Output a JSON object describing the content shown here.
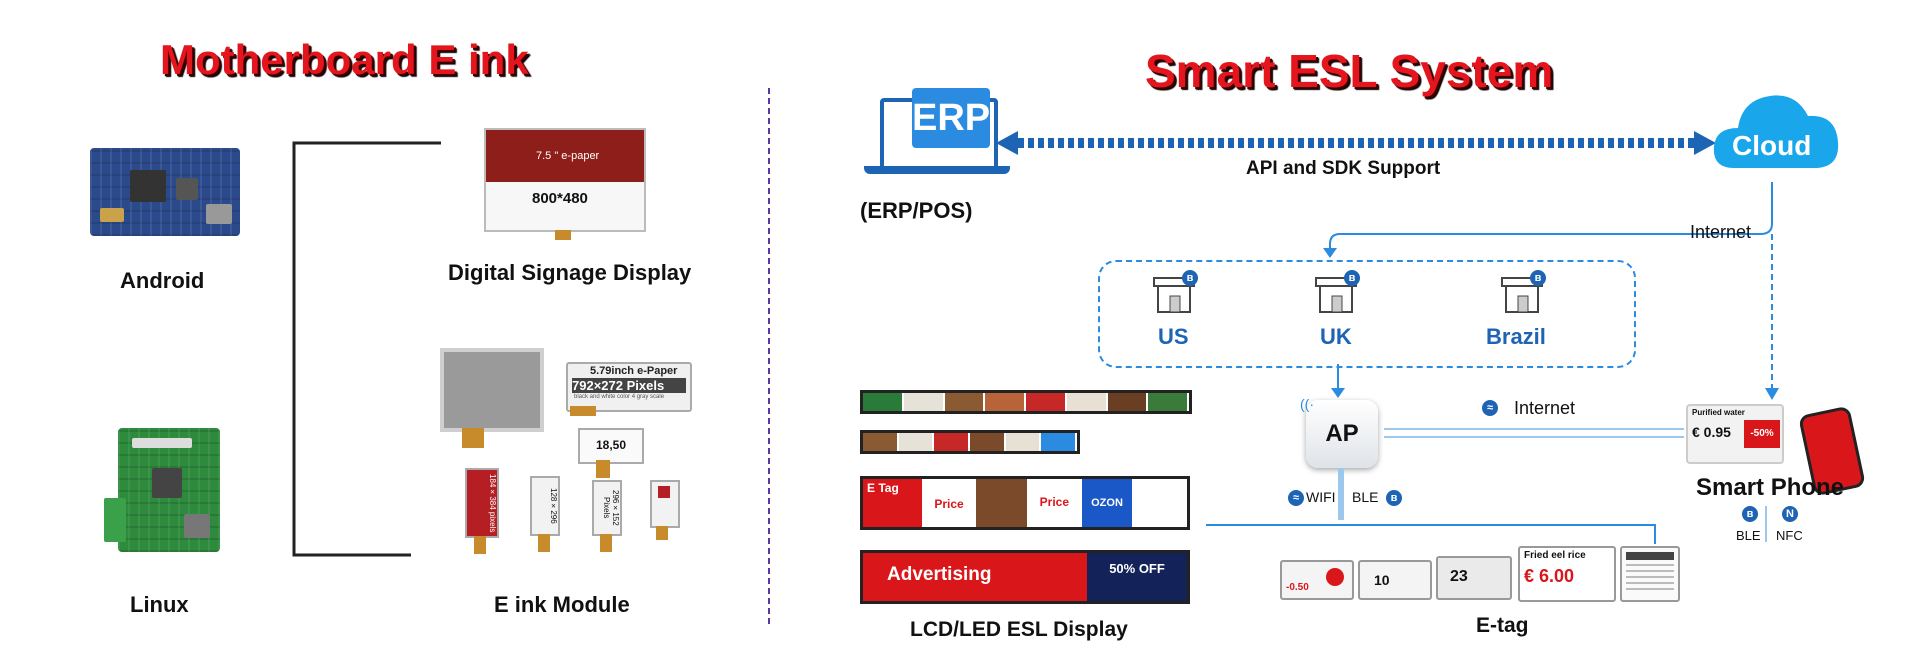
{
  "left": {
    "title": "Motherboard E ink",
    "android_label": "Android",
    "linux_label": "Linux",
    "signage_label": "Digital Signage Display",
    "module_label": "E ink Module",
    "epaper_75": {
      "size": "7.5 \" e-paper",
      "resolution": "800*480"
    },
    "epaper_579": {
      "title": "5.79inch e-Paper",
      "resolution": "792×272 Pixels",
      "caption": "black and white color   4 gray scale"
    },
    "small_tags": [
      "18,50",
      "184×384 pixels",
      "128×296",
      "296×152 Pixels"
    ]
  },
  "right": {
    "title": "Smart ESL System",
    "erp_logo": "ERP",
    "erp_label": "(ERP/POS)",
    "cloud_label": "Cloud",
    "api_label": "API and SDK Support",
    "internet_top": "Internet",
    "internet_mid": "Internet",
    "stores": [
      {
        "label": "US"
      },
      {
        "label": "UK"
      },
      {
        "label": "Brazil"
      }
    ],
    "ap_label": "AP",
    "wifi_label": "WIFI",
    "ble_label": "BLE",
    "phone_label": "Smart Phone",
    "phone_ble": "BLE",
    "phone_nfc": "NFC",
    "display_label": "LCD/LED ESL Display",
    "etag_label": "E-tag",
    "bar3_texts": [
      "E Tag",
      "Price",
      "Price",
      "OZON"
    ],
    "advertising": "Advertising",
    "advert_badge": "50% OFF",
    "phone_tag": {
      "title": "Purified water",
      "price": "€ 0.95",
      "discount": "-50%"
    },
    "etag_prices": [
      "-0.50",
      "10",
      "23",
      "€ 6.00",
      ""
    ],
    "etag_title": "Fried eel rice"
  },
  "colors": {
    "accent_red": "#e4151c",
    "blue": "#1e64b4",
    "light_blue": "#2a8be0"
  }
}
